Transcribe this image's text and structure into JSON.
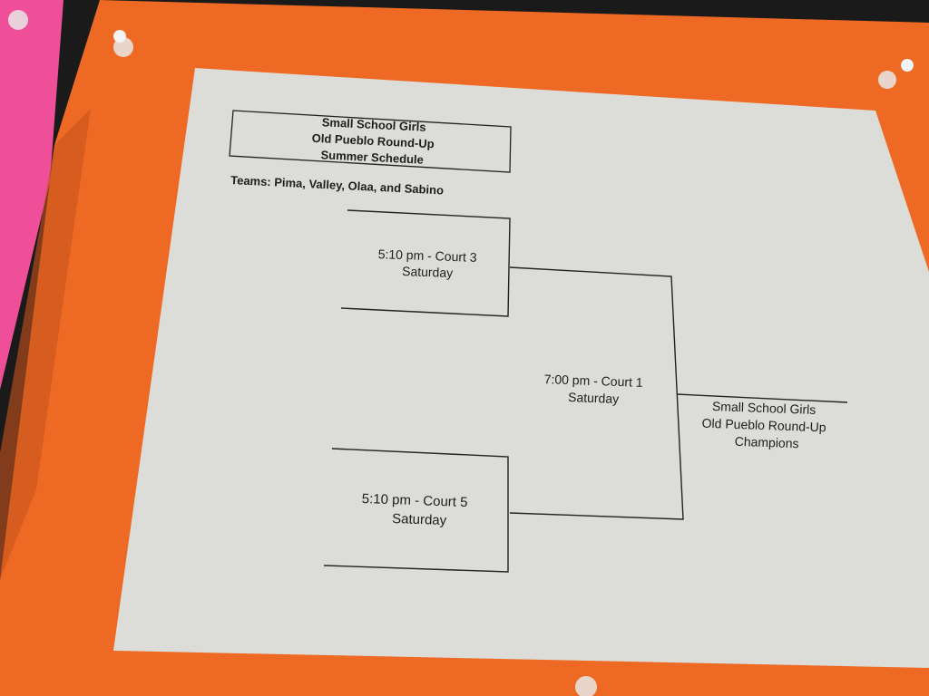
{
  "header": {
    "title_lines": [
      "Small School Girls",
      "Old Pueblo Round-Up",
      "Summer Schedule"
    ],
    "teams": "Teams: Pima, Valley, Olaa, and Sabino"
  },
  "bracket": {
    "game1": {
      "time": "5:10 pm - Court 3",
      "day": "Saturday"
    },
    "game2": {
      "time": "5:10 pm - Court 5",
      "day": "Saturday"
    },
    "final": {
      "time": "7:00 pm - Court 1",
      "day": "Saturday"
    },
    "champion_lines": [
      "Small School Girls",
      "Old Pueblo Round-Up",
      "Champions"
    ]
  },
  "colors": {
    "board": "#ee6a24",
    "paper": "#dcdcd9",
    "pink": "#f0509a",
    "ink": "#1e1e1e"
  }
}
